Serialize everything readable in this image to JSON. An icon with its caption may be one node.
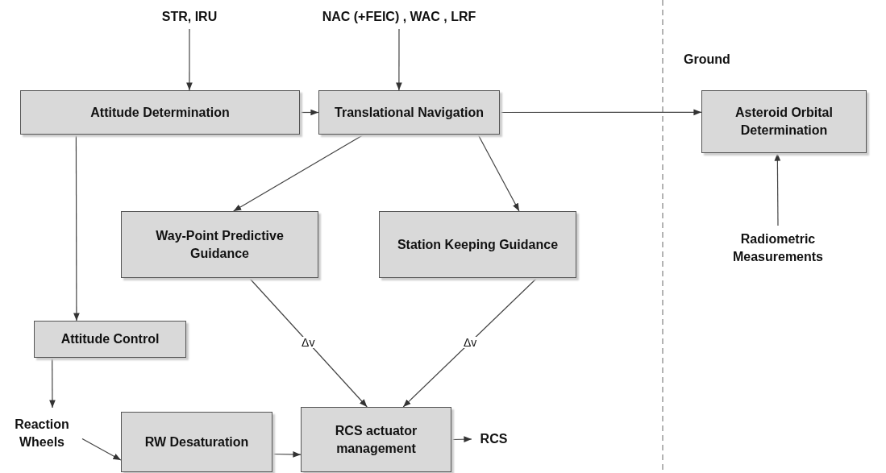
{
  "diagram": {
    "nodes": [
      {
        "text": [
          "STR, IRU"
        ]
      },
      {
        "text": [
          "NAC (+FEIC) , WAC , LRF"
        ]
      },
      {
        "text": [
          "Attitude Determination"
        ]
      },
      {
        "text": [
          "Translational Navigation"
        ]
      },
      {
        "text": [
          "Asteroid Orbital Determination"
        ]
      },
      {
        "text": [
          "Way-Point Predictive Guidance"
        ]
      },
      {
        "text": [
          "Station Keeping Guidance"
        ]
      },
      {
        "text": [
          "Attitude Control"
        ]
      },
      {
        "text": [
          "Reaction Wheels"
        ]
      },
      {
        "text": [
          "RW Desaturation"
        ]
      },
      {
        "text": [
          "RCS actuator management"
        ]
      },
      {
        "text": [
          "RCS"
        ]
      },
      {
        "text": [
          "Radiometric Measurements"
        ]
      }
    ],
    "edges": [
      {
        "from": 0,
        "to": 2,
        "arrow": "to"
      },
      {
        "from": 1,
        "to": 3,
        "arrow": "to"
      },
      {
        "from": 2,
        "to": 3,
        "arrow": "to"
      },
      {
        "from": 3,
        "to": 4,
        "arrow": "to"
      },
      {
        "from": 3,
        "to": 5,
        "arrow": "to"
      },
      {
        "from": 3,
        "to": 6,
        "arrow": "to"
      },
      {
        "from": 2,
        "to": 7,
        "arrow": "to"
      },
      {
        "from": 5,
        "to": 10,
        "arrow": "to",
        "label": "Δv"
      },
      {
        "from": 6,
        "to": 10,
        "arrow": "to",
        "label": "Δv"
      },
      {
        "from": 7,
        "to": 8,
        "arrow": "to"
      },
      {
        "from": 8,
        "to": 9,
        "arrow": "to"
      },
      {
        "from": 9,
        "to": 10,
        "arrow": "to"
      },
      {
        "from": 10,
        "to": 11,
        "arrow": "to"
      },
      {
        "from": 12,
        "to": 4,
        "arrow": "to"
      }
    ],
    "labels": [
      "Ground"
    ]
  }
}
